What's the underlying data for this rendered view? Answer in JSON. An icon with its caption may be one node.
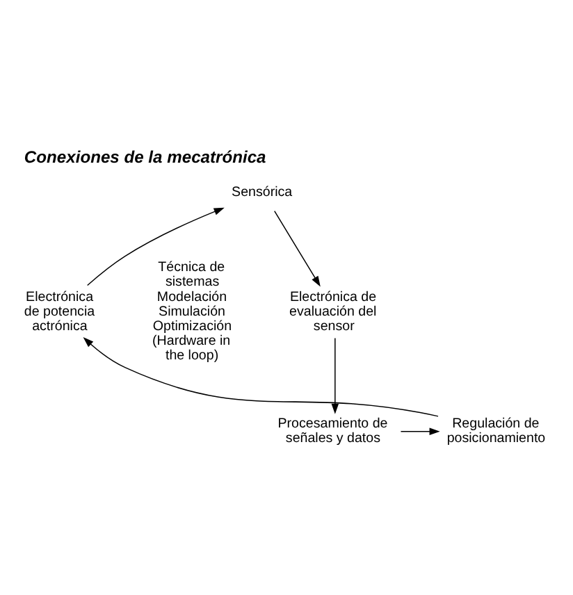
{
  "diagram": {
    "title": "Conexiones de la mecatrónica",
    "nodes": [
      {
        "text": [
          "Sensórica"
        ]
      },
      {
        "text": [
          "Electrónica de evaluación del sensor"
        ]
      },
      {
        "text": [
          "Procesamiento de señales y datos"
        ]
      },
      {
        "text": [
          "Regulación de posicionamiento"
        ]
      },
      {
        "text": [
          "Electrónica de potencia actrónica"
        ]
      }
    ],
    "edges": [
      {
        "from": 0,
        "to": 1,
        "arrow": "to"
      },
      {
        "from": 1,
        "to": 2,
        "arrow": "to"
      },
      {
        "from": 2,
        "to": 3,
        "arrow": "to"
      },
      {
        "from": 3,
        "to": 4,
        "arrow": "to"
      },
      {
        "from": 4,
        "to": 0,
        "arrow": "to"
      }
    ],
    "labels": [
      "Técnica de sistemas Modelación Simulación Optimización (Hardware in the loop)"
    ]
  }
}
